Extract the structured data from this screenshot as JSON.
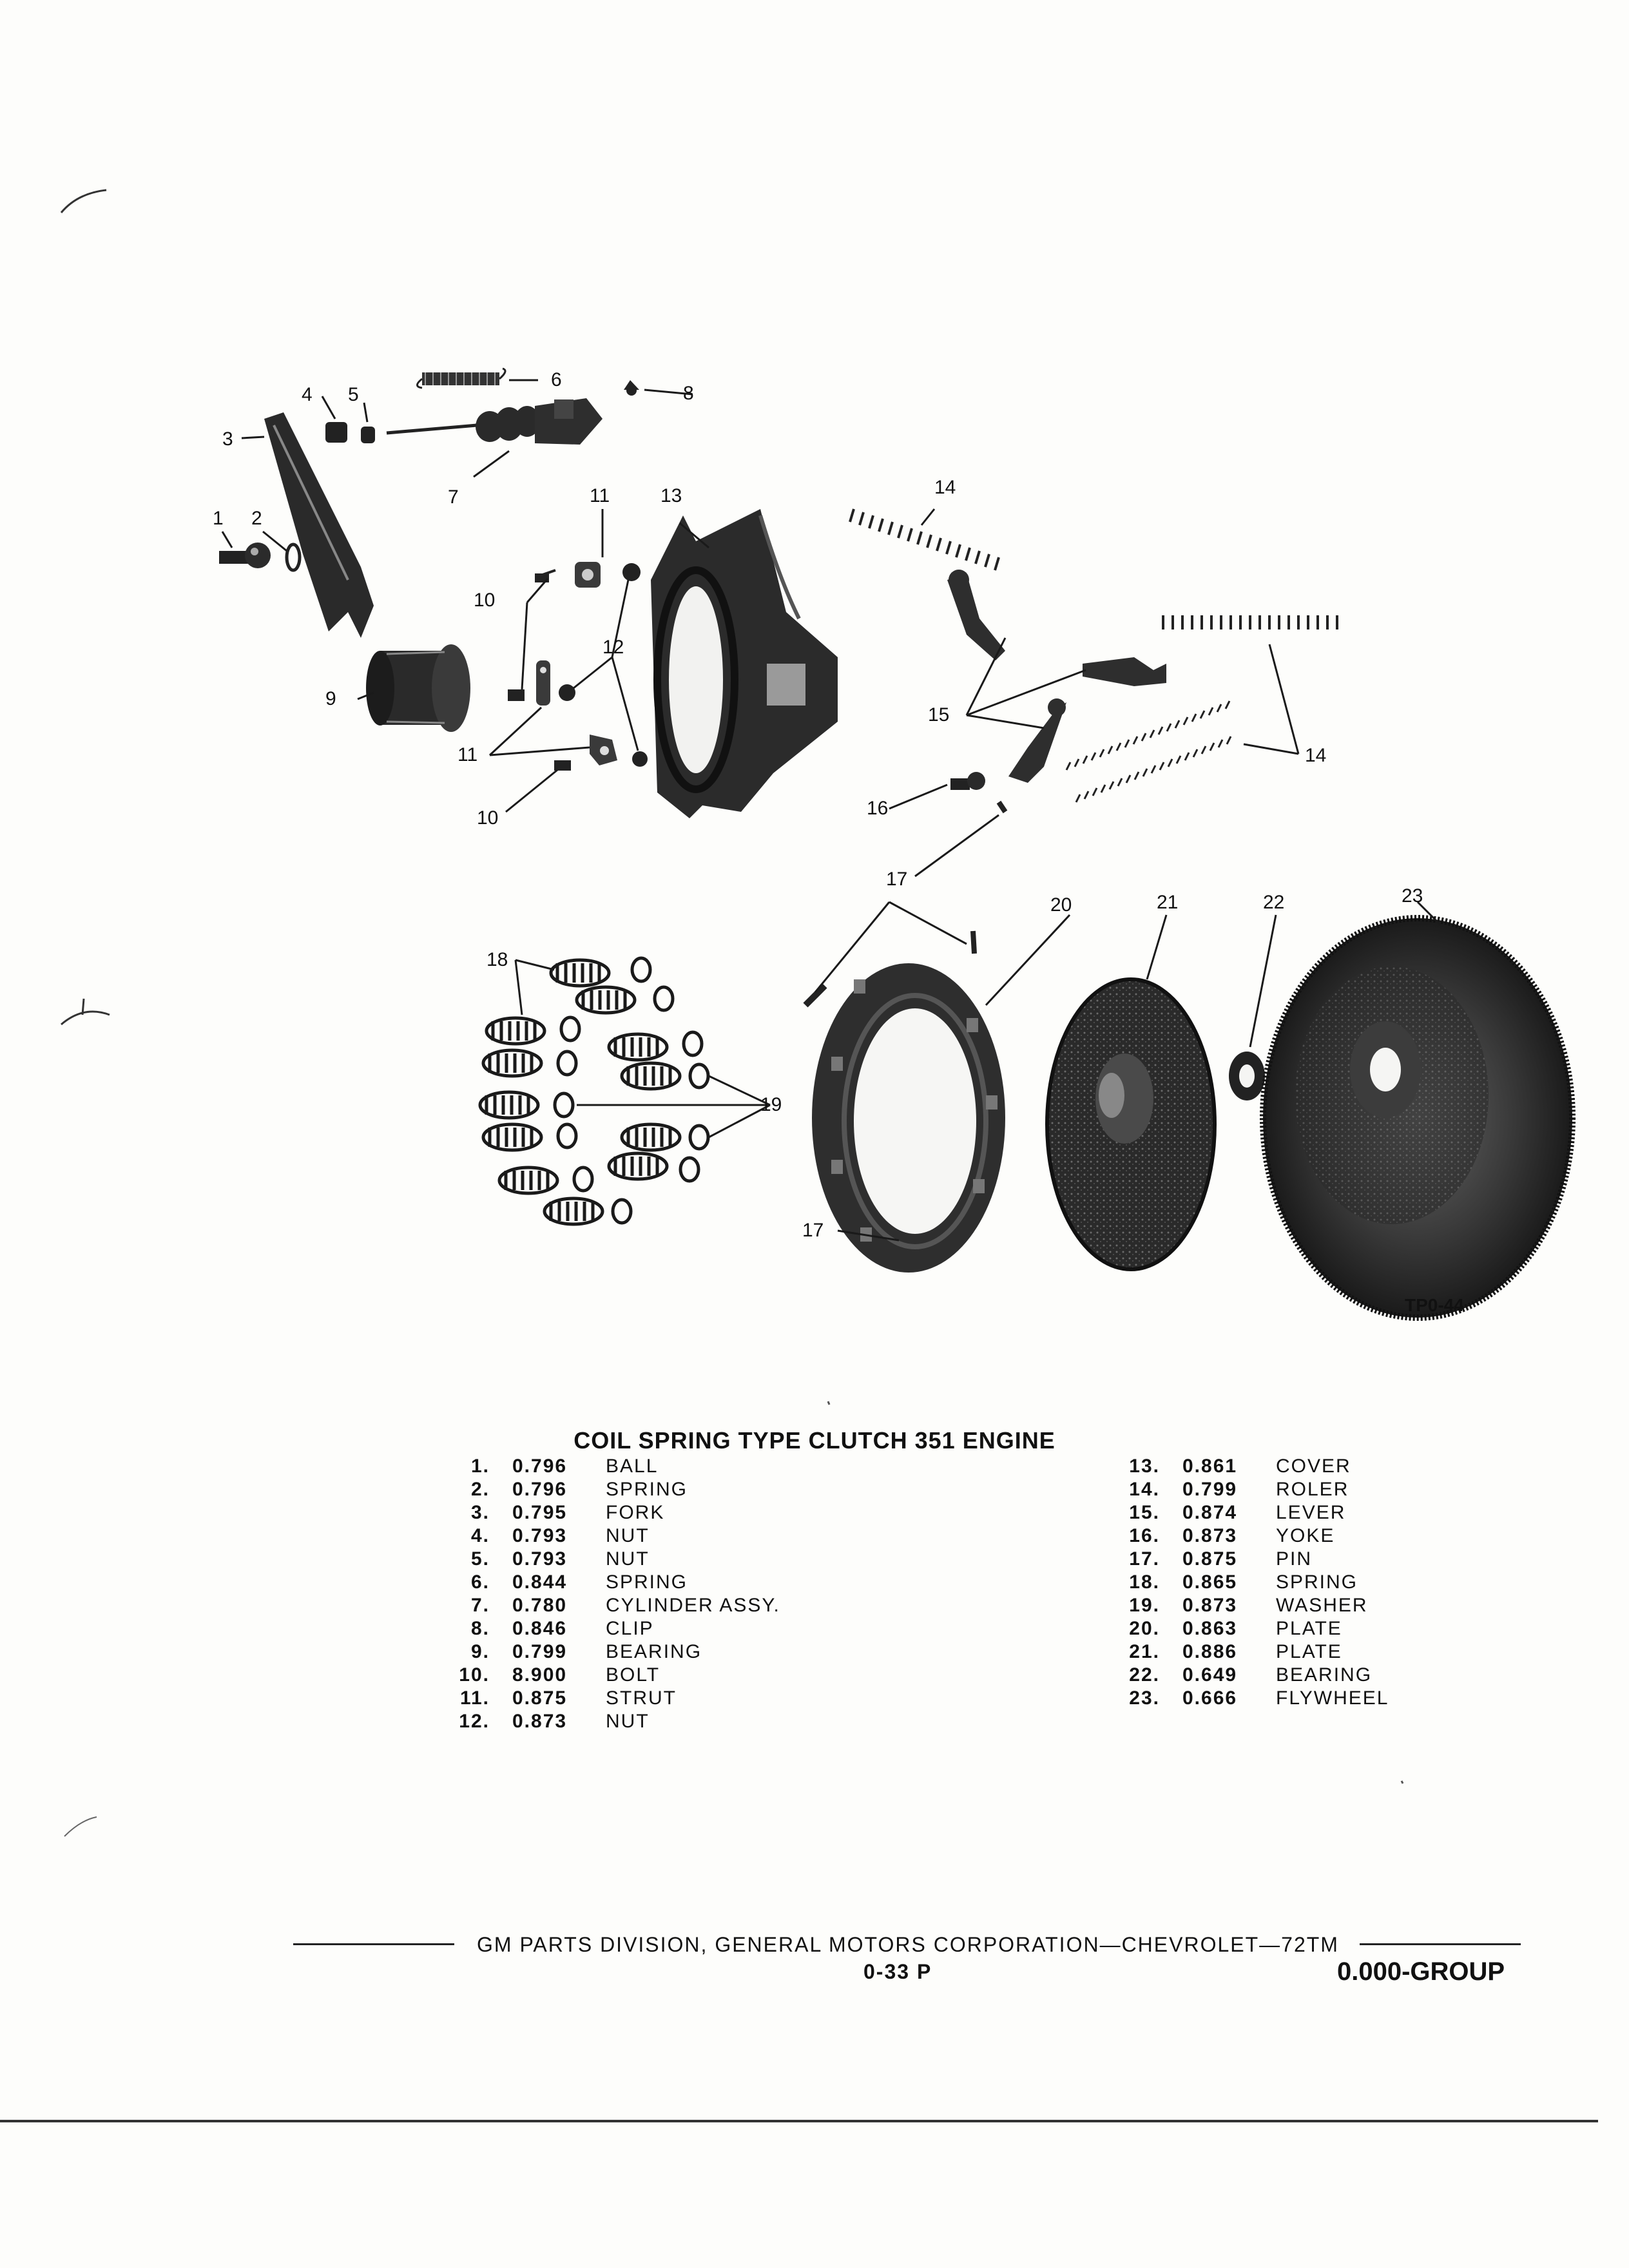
{
  "figure": {
    "code": "TP0-44",
    "callouts": [
      "1",
      "2",
      "3",
      "4",
      "5",
      "6",
      "7",
      "8",
      "9",
      "10",
      "10",
      "11",
      "11",
      "11",
      "12",
      "13",
      "14",
      "14",
      "15",
      "16",
      "17",
      "17",
      "18",
      "19",
      "20",
      "21",
      "22",
      "23"
    ]
  },
  "title": "COIL SPRING TYPE CLUTCH 351 ENGINE",
  "parts_left": [
    {
      "num": "1.",
      "code": "0.796",
      "name": "BALL"
    },
    {
      "num": "2.",
      "code": "0.796",
      "name": "SPRING"
    },
    {
      "num": "3.",
      "code": "0.795",
      "name": "FORK"
    },
    {
      "num": "4.",
      "code": "0.793",
      "name": "NUT"
    },
    {
      "num": "5.",
      "code": "0.793",
      "name": "NUT"
    },
    {
      "num": "6.",
      "code": "0.844",
      "name": "SPRING"
    },
    {
      "num": "7.",
      "code": "0.780",
      "name": "CYLINDER ASSY."
    },
    {
      "num": "8.",
      "code": "0.846",
      "name": "CLIP"
    },
    {
      "num": "9.",
      "code": "0.799",
      "name": "BEARING"
    },
    {
      "num": "10.",
      "code": "8.900",
      "name": "BOLT"
    },
    {
      "num": "11.",
      "code": "0.875",
      "name": "STRUT"
    },
    {
      "num": "12.",
      "code": "0.873",
      "name": "NUT"
    }
  ],
  "parts_right": [
    {
      "num": "13.",
      "code": "0.861",
      "name": "COVER"
    },
    {
      "num": "14.",
      "code": "0.799",
      "name": "ROLER"
    },
    {
      "num": "15.",
      "code": "0.874",
      "name": "LEVER"
    },
    {
      "num": "16.",
      "code": "0.873",
      "name": "YOKE"
    },
    {
      "num": "17.",
      "code": "0.875",
      "name": "PIN"
    },
    {
      "num": "18.",
      "code": "0.865",
      "name": "SPRING"
    },
    {
      "num": "19.",
      "code": "0.873",
      "name": "WASHER"
    },
    {
      "num": "20.",
      "code": "0.863",
      "name": "PLATE"
    },
    {
      "num": "21.",
      "code": "0.886",
      "name": "PLATE"
    },
    {
      "num": "22.",
      "code": "0.649",
      "name": "BEARING"
    },
    {
      "num": "23.",
      "code": "0.666",
      "name": "FLYWHEEL"
    }
  ],
  "footer": {
    "source": "GM PARTS DIVISION, GENERAL MOTORS CORPORATION—CHEVROLET—72TM",
    "page": "0-33 P",
    "group": "0.000-GROUP"
  }
}
